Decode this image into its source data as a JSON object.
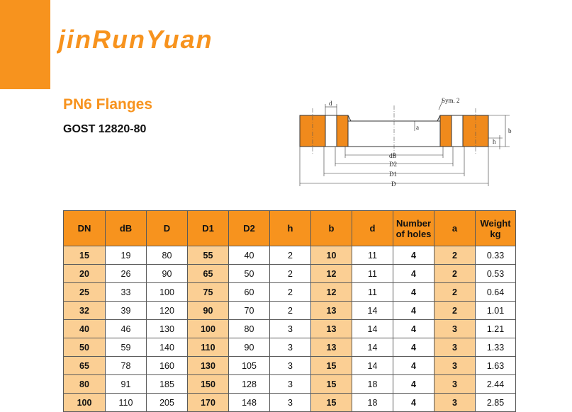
{
  "brand": {
    "logo_text": "jinRunYuan"
  },
  "heading": {
    "title": "PN6 Flanges",
    "standard": "GOST 12820-80"
  },
  "drawing": {
    "labels": {
      "d": "d",
      "sym": "Sym. 2",
      "a": "a",
      "h": "h",
      "b": "b",
      "dB": "dB",
      "D2": "D2",
      "D1": "D1",
      "D": "D"
    }
  },
  "table": {
    "headers": [
      "DN",
      "dB",
      "D",
      "D1",
      "D2",
      "h",
      "b",
      "d",
      "Number of holes",
      "a",
      "Weight kg"
    ],
    "header_lines": [
      [
        "DN"
      ],
      [
        "dB"
      ],
      [
        "D"
      ],
      [
        "D1"
      ],
      [
        "D2"
      ],
      [
        "h"
      ],
      [
        "b"
      ],
      [
        "d"
      ],
      [
        "Number",
        "of holes"
      ],
      [
        "a"
      ],
      [
        "Weight",
        "kg"
      ]
    ],
    "highlight_columns": [
      0,
      3,
      6,
      9
    ],
    "rows": [
      [
        "15",
        "19",
        "80",
        "55",
        "40",
        "2",
        "10",
        "11",
        "4",
        "2",
        "0.33"
      ],
      [
        "20",
        "26",
        "90",
        "65",
        "50",
        "2",
        "12",
        "11",
        "4",
        "2",
        "0.53"
      ],
      [
        "25",
        "33",
        "100",
        "75",
        "60",
        "2",
        "12",
        "11",
        "4",
        "2",
        "0.64"
      ],
      [
        "32",
        "39",
        "120",
        "90",
        "70",
        "2",
        "13",
        "14",
        "4",
        "2",
        "1.01"
      ],
      [
        "40",
        "46",
        "130",
        "100",
        "80",
        "3",
        "13",
        "14",
        "4",
        "3",
        "1.21"
      ],
      [
        "50",
        "59",
        "140",
        "110",
        "90",
        "3",
        "13",
        "14",
        "4",
        "3",
        "1.33"
      ],
      [
        "65",
        "78",
        "160",
        "130",
        "105",
        "3",
        "15",
        "14",
        "4",
        "3",
        "1.63"
      ],
      [
        "80",
        "91",
        "185",
        "150",
        "128",
        "3",
        "15",
        "18",
        "4",
        "3",
        "2.44"
      ],
      [
        "100",
        "110",
        "205",
        "170",
        "148",
        "3",
        "15",
        "18",
        "4",
        "3",
        "2.85"
      ]
    ]
  },
  "colors": {
    "accent": "#f7931e",
    "highlight": "#fbcf94",
    "flange_fill": "#f08a1c"
  }
}
